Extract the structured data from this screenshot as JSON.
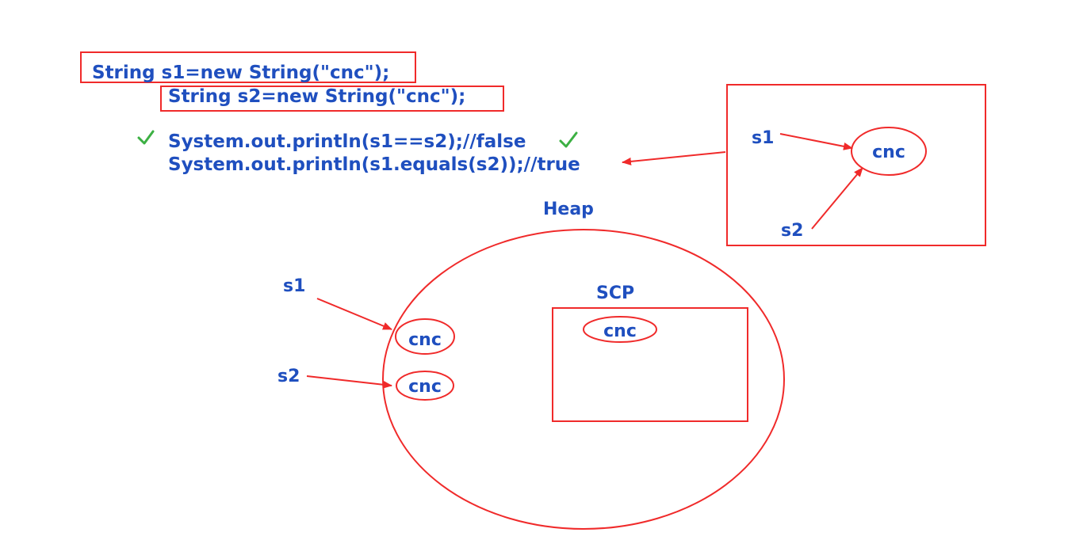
{
  "code": {
    "line1": "String s1=new String(\"cnc\");",
    "line2": "String s2=new String(\"cnc\");",
    "line3": "System.out.println(s1==s2);//false",
    "line4": "System.out.println(s1.equals(s2));//true"
  },
  "heap": {
    "title": "Heap",
    "obj1": "cnc",
    "obj2": "cnc",
    "ref1": "s1",
    "ref2": "s2"
  },
  "scp": {
    "title": "SCP",
    "literal": "cnc"
  },
  "equals_box": {
    "value": "cnc",
    "ref1": "s1",
    "ref2": "s2"
  },
  "colors": {
    "text": "#1f4fbf",
    "outline": "#f02a2a",
    "check": "#3cb043"
  },
  "icons": [
    "check-icon",
    "check-icon"
  ]
}
